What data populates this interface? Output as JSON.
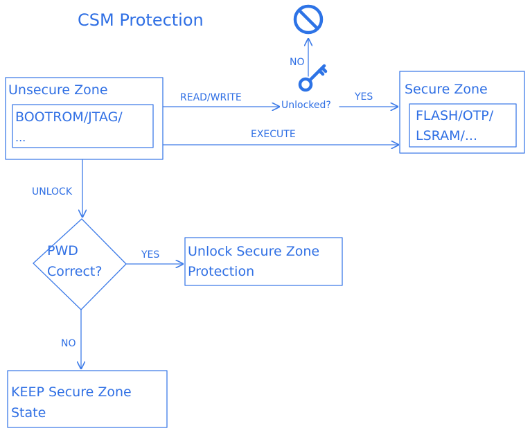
{
  "title": "CSM Protection",
  "colors": {
    "ink": "#3d7be8",
    "ink_text": "#2f6fe4",
    "icon": "#2d73e6"
  },
  "nodes": {
    "unsecure_zone": {
      "label": "Unsecure Zone",
      "inner_line1": "BOOTROM/JTAG/",
      "inner_line2": "..."
    },
    "secure_zone": {
      "label": "Secure Zone",
      "inner_line1": "FLASH/OTP/",
      "inner_line2": "LSRAM/..."
    },
    "unlocked_check": {
      "label": "Unlocked?"
    },
    "pwd_decision": {
      "line1": "PWD",
      "line2": "Correct?"
    },
    "unlock_action": {
      "line1": "Unlock Secure Zone",
      "line2": "Protection"
    },
    "keep_state": {
      "line1": "KEEP Secure Zone",
      "line2": "State"
    }
  },
  "icons": {
    "deny": "prohibited-icon",
    "key": "key-icon"
  },
  "edges": {
    "read_write": "READ/WRITE",
    "yes_secure": "YES",
    "no_deny": "NO",
    "execute": "EXECUTE",
    "unlock": "UNLOCK",
    "yes_unlock": "YES",
    "no_keep": "NO"
  }
}
